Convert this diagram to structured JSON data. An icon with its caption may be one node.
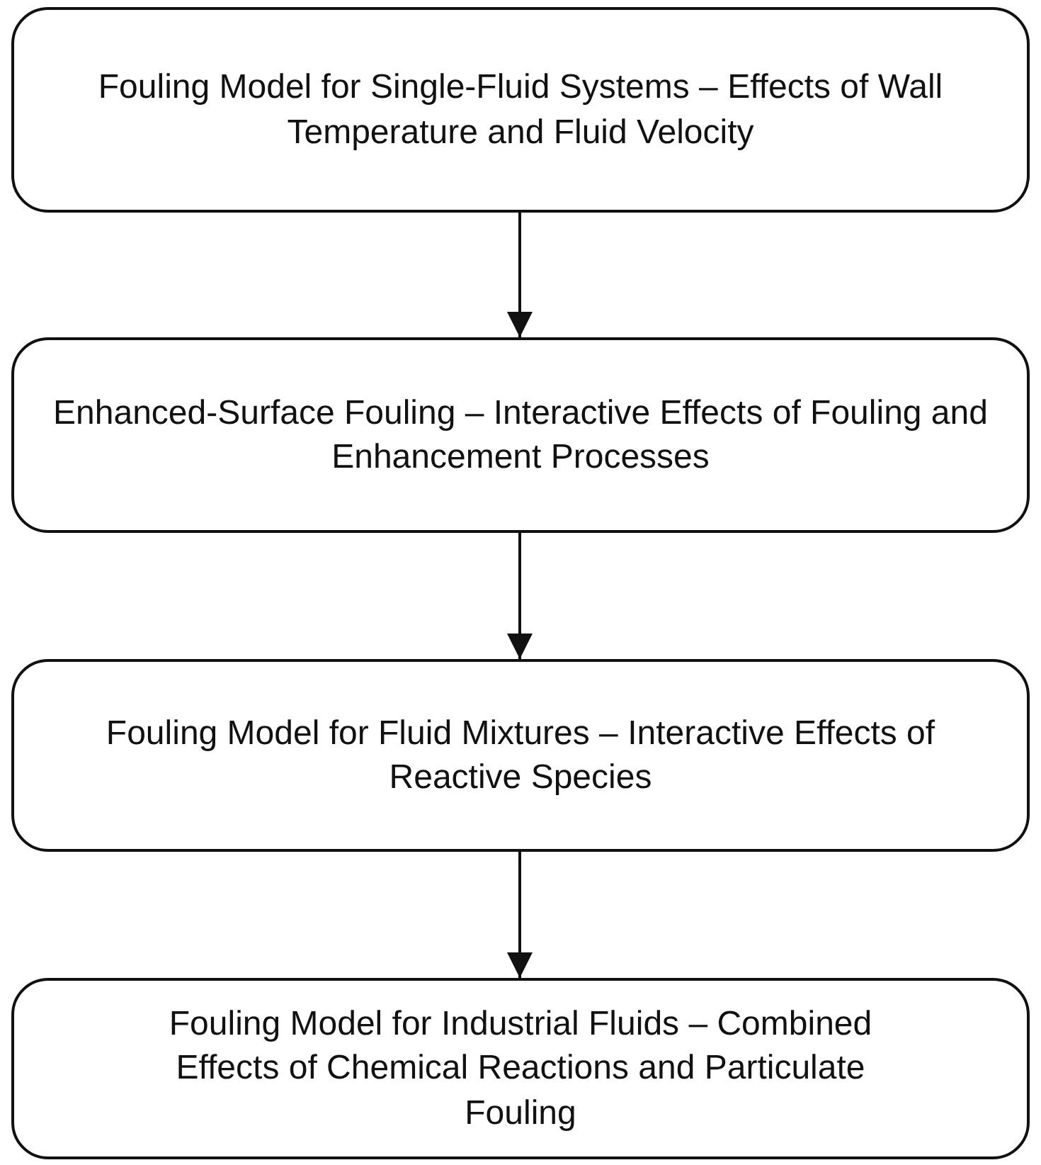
{
  "diagram": {
    "nodes": [
      {
        "text": [
          "Fouling Model for Single-Fluid Systems – Effects of Wall Temperature and Fluid Velocity"
        ]
      },
      {
        "text": [
          "Enhanced-Surface Fouling – Interactive Effects of Fouling and Enhancement Processes"
        ]
      },
      {
        "text": [
          "Fouling Model for Fluid Mixtures – Interactive Effects of Reactive Species"
        ]
      },
      {
        "text": [
          "Fouling Model for Industrial Fluids – Combined Effects of Chemical Reactions and Particulate Fouling"
        ]
      }
    ],
    "edges": [
      {
        "from": 0,
        "to": 1,
        "arrow": "to"
      },
      {
        "from": 1,
        "to": 2,
        "arrow": "to"
      },
      {
        "from": 2,
        "to": 3,
        "arrow": "to"
      }
    ]
  }
}
